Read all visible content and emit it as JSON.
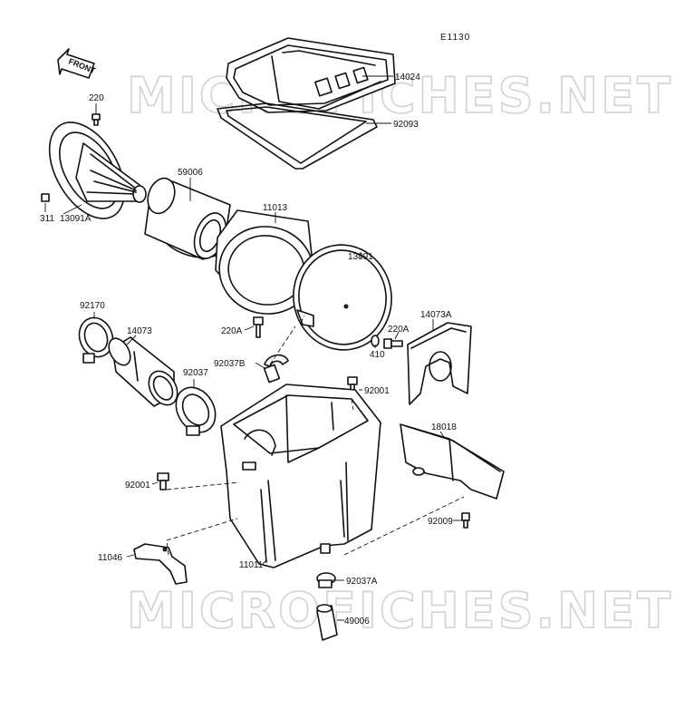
{
  "diagram_code": "E1130",
  "watermark": "MICROFICHES.NET",
  "front_label": "FRONT",
  "parts": {
    "p14024": "14024",
    "p92093": "92093",
    "p220_top": "220",
    "p59006": "59006",
    "p311": "311",
    "p13091A": "13091A",
    "p11013": "11013",
    "p13091": "13091",
    "p92170": "92170",
    "p14073": "14073",
    "p220A_left": "220A",
    "p220A_right": "220A",
    "p410": "410",
    "p14073A": "14073A",
    "p92037B": "92037B",
    "p92037": "92037",
    "p92001_top": "92001",
    "p18018": "18018",
    "p92001_left": "92001",
    "p92009": "92009",
    "p11046": "11046",
    "p11011": "11011",
    "p92037A": "92037A",
    "p49006": "49006"
  }
}
